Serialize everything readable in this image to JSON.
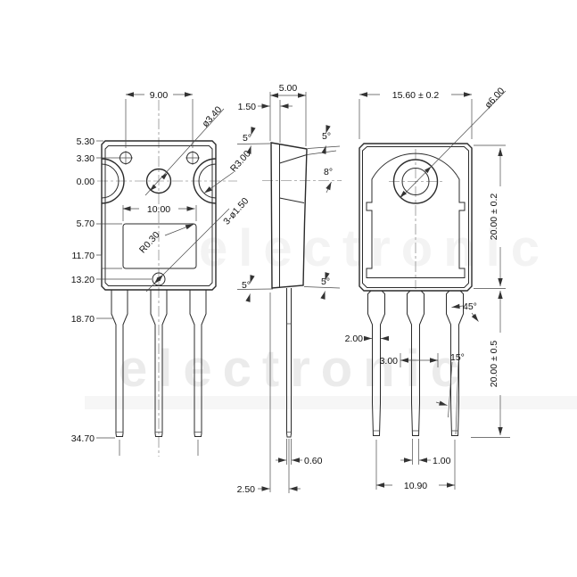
{
  "drawing": {
    "watermark": "electronic",
    "front": {
      "dim_hole_spacing": "9.00",
      "dia_center_hole": "ø3.40",
      "radius_notch": "R3.00",
      "dia_small_holes": "3-ø1.50",
      "dim_window_width": "10.00",
      "radius_window": "R0.30",
      "y_top": "5.30",
      "y_small_holes": "3.30",
      "y_datum": "0.00",
      "y_window_top": "5.70",
      "y_window_bottom": "11.70",
      "y_bottom_hole": "13.20",
      "y_lead_taper": "18.70",
      "y_lead_tip": "34.70"
    },
    "side": {
      "dim_thickness": "5.00",
      "dim_face_offset": "1.50",
      "angle_draft": "5°",
      "angle_face": "8°",
      "dim_lead_thickness": "0.60",
      "dim_lead_offset": "2.50"
    },
    "back": {
      "dim_width": "15.60 ± 0.2",
      "dia_mount_hole": "ø6.00",
      "dim_body_height": "20.00 ± 0.2",
      "dim_lead_length": "20.00 ± 0.5",
      "angle_chamfer": "45°",
      "angle_tip": "15°",
      "dim_lead_width": "2.00",
      "dim_lead_wide": "3.00",
      "dim_tip_width": "1.00",
      "dim_lead_span": "10.90"
    }
  }
}
